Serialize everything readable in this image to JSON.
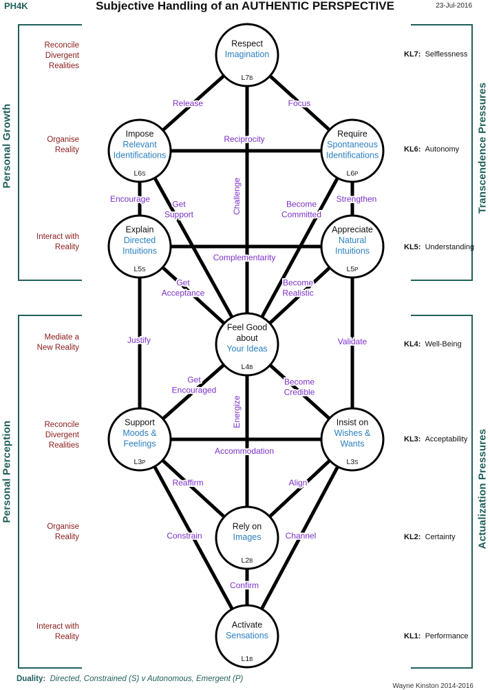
{
  "header": {
    "code": "PH4K",
    "title": "Subjective Handling of an AUTHENTIC PERSPECTIVE",
    "date": "23-Jul-2016"
  },
  "left_bracket_labels": {
    "top": "Personal Growth",
    "bottom": "Personal Perception"
  },
  "right_bracket_labels": {
    "top": "Transcendence Pressures",
    "bottom": "Actualization Pressures"
  },
  "left_labels": [
    [
      "Reconcile",
      "Divergent",
      "Realities"
    ],
    [
      "Organise",
      "Reality"
    ],
    [
      "Interact with",
      "Reality"
    ],
    [
      "Mediate a",
      "New Reality"
    ],
    [
      "Reconcile",
      "Divergent",
      "Realities"
    ],
    [
      "Organise",
      "Reality"
    ],
    [
      "Interact with",
      "Reality"
    ]
  ],
  "right_labels": [
    {
      "kl": "KL7:",
      "text": "Selflessness"
    },
    {
      "kl": "KL6:",
      "text": "Autonomy"
    },
    {
      "kl": "KL5:",
      "text": "Understanding"
    },
    {
      "kl": "KL4:",
      "text": "Well-Being"
    },
    {
      "kl": "KL3:",
      "text": "Acceptability"
    },
    {
      "kl": "KL2:",
      "text": "Certainty"
    },
    {
      "kl": "KL1:",
      "text": "Performance"
    }
  ],
  "nodes": [
    {
      "id": "L7B",
      "title": [
        "Respect"
      ],
      "sub": [
        "Imagination"
      ],
      "level": "L7",
      "suffix": "B"
    },
    {
      "id": "L6S",
      "title": [
        "Impose"
      ],
      "sub": [
        "Relevant",
        "Identifications"
      ],
      "level": "L6",
      "suffix": "S"
    },
    {
      "id": "L6P",
      "title": [
        "Require"
      ],
      "sub": [
        "Spontaneous",
        "Identifications"
      ],
      "level": "L6",
      "suffix": "P"
    },
    {
      "id": "L5S",
      "title": [
        "Explain"
      ],
      "sub": [
        "Directed",
        "Intuitions"
      ],
      "level": "L5",
      "suffix": "S"
    },
    {
      "id": "L5P",
      "title": [
        "Appreciate"
      ],
      "sub": [
        "Natural",
        "Intuitions"
      ],
      "level": "L5",
      "suffix": "P"
    },
    {
      "id": "L4B",
      "title": [
        "Feel Good",
        "about"
      ],
      "sub": [
        "Your Ideas"
      ],
      "level": "L4",
      "suffix": "B"
    },
    {
      "id": "L3P",
      "title": [
        "Support"
      ],
      "sub": [
        "Moods &",
        "Feelings"
      ],
      "level": "L3",
      "suffix": "P"
    },
    {
      "id": "L3S",
      "title": [
        "Insist on"
      ],
      "sub": [
        "Wishes &",
        "Wants"
      ],
      "level": "L3",
      "suffix": "S"
    },
    {
      "id": "L2B",
      "title": [
        "Rely on"
      ],
      "sub": [
        "Images"
      ],
      "level": "L2",
      "suffix": "B"
    },
    {
      "id": "L1B",
      "title": [
        "Activate"
      ],
      "sub": [
        "Sensations"
      ],
      "level": "L1",
      "suffix": "B"
    }
  ],
  "edge_labels": [
    [
      "Release"
    ],
    [
      "Focus"
    ],
    [
      "Reciprocity"
    ],
    [
      "Encourage"
    ],
    [
      "Get",
      "Support"
    ],
    [
      "Challenge"
    ],
    [
      "Become",
      "Committed"
    ],
    [
      "Strengthen"
    ],
    [
      "Complementarity"
    ],
    [
      "Get",
      "Acceptance"
    ],
    [
      "Become",
      "Realistic"
    ],
    [
      "Justify"
    ],
    [
      "Validate"
    ],
    [
      "Get",
      "Encouraged"
    ],
    [
      "Energize"
    ],
    [
      "Become",
      "Credible"
    ],
    [
      "Accommodation"
    ],
    [
      "Reaffirm"
    ],
    [
      "Align"
    ],
    [
      "Constrain"
    ],
    [
      "Channel"
    ],
    [
      "Confirm"
    ]
  ],
  "footer": {
    "label": "Duality:",
    "text": "Directed, Constrained (S) v Autonomous, Emergent (P)",
    "copyright": "Wayne Kinston 2014-2016"
  },
  "colors": {
    "teal": "#1f5f5a",
    "red": "#8a1a1a",
    "blue": "#2a7fc0",
    "purple": "#7b2fc9",
    "line": "#000000"
  }
}
